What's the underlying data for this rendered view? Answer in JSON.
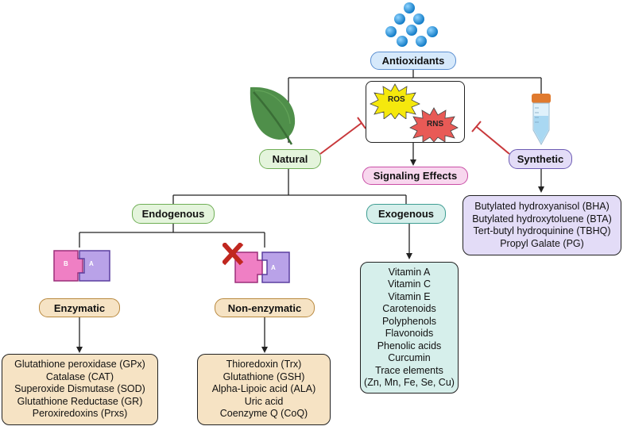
{
  "title": "Antioxidants",
  "natural": "Natural",
  "synthetic": "Synthetic",
  "signaling": "Signaling Effects",
  "ros": "ROS",
  "rns": "RNS",
  "endogenous": "Endogenous",
  "exogenous": "Exogenous",
  "enzymatic": "Enzymatic",
  "non_enzymatic": "Non-enzymatic",
  "puzzle_labels": {
    "b": "B",
    "a": "A"
  },
  "enzymatic_items": [
    "Glutathione peroxidase (GPx)",
    "Catalase (CAT)",
    "Superoxide Dismutase (SOD)",
    "Glutathione Reductase (GR)",
    "Peroxiredoxins (Prxs)"
  ],
  "non_enzymatic_items": [
    "Thioredoxin (Trx)",
    "Glutathione (GSH)",
    "Alpha-Lipoic acid (ALA)",
    "Uric acid",
    "Coenzyme Q (CoQ)"
  ],
  "exogenous_items": [
    "Vitamin A",
    "Vitamin C",
    "Vitamin E",
    "Carotenoids",
    "Polyphenols",
    "Flavonoids",
    "Phenolic acids",
    "Curcumin",
    "Trace elements",
    "(Zn, Mn, Fe, Se, Cu)"
  ],
  "synthetic_items": [
    "Butylated hydroxyanisol (BHA)",
    "Butylated hydroxytoluene (BTA)",
    "Tert-butyl hydroquinine (TBHQ)",
    "Propyl Galate (PG)"
  ],
  "colors": {
    "title_fill": "#d6e9fb",
    "title_border": "#5b8fd1",
    "green_fill": "#e4f4dc",
    "green_border": "#6fae55",
    "pink_fill": "#f8d7ee",
    "pink_border": "#c94fa6",
    "lav_fill": "#e3dcf7",
    "lav_border": "#6c5bb3",
    "tan_fill": "#f6e3c4",
    "tan_border": "#b9893f",
    "teal_fill": "#d6efeb",
    "teal_border": "#3e9d92",
    "inhibit": "#c8383b",
    "molecule": "#1f8fd8"
  }
}
